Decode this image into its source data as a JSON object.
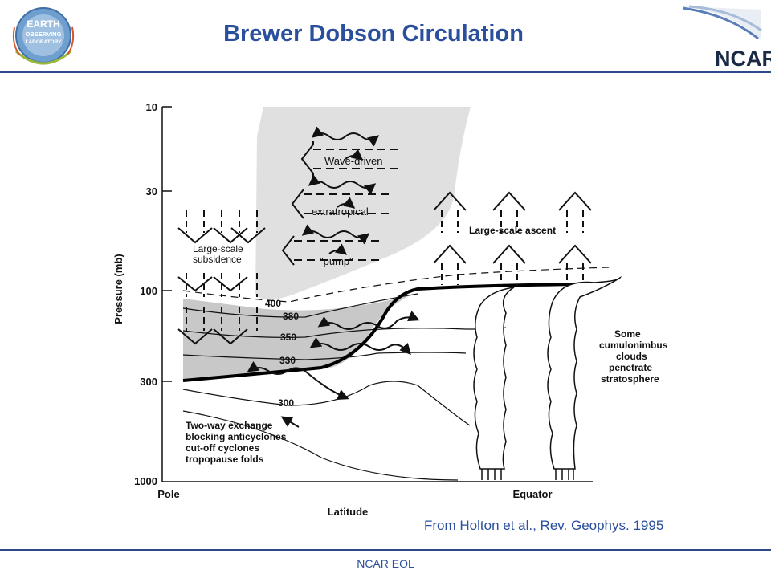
{
  "slide": {
    "title": "Brewer Dobson Circulation",
    "citation": "From Holton et al., Rev. Geophys. 1995",
    "footer": "NCAR EOL"
  },
  "logos": {
    "eol": {
      "icon": "earth-observing-laboratory-logo",
      "lines": [
        "EARTH",
        "OBSERVING",
        "LABORATORY"
      ]
    },
    "ncar": {
      "icon": "ncar-swoosh-logo",
      "text": "NCAR"
    }
  },
  "diagram": {
    "y_axis_label": "Pressure (mb)",
    "x_axis_label": "Latitude",
    "y_ticks": [
      "10",
      "30",
      "100",
      "300",
      "1000"
    ],
    "x_ticks": [
      "Pole",
      "Equator"
    ],
    "isentropes": [
      "400",
      "380",
      "350",
      "330",
      "300"
    ],
    "labels": {
      "wave_driven": "Wave-driven",
      "extratropical": "extratropical",
      "pump": "\"pump\"",
      "subsidence_1": "Large-scale",
      "subsidence_2": "subsidence",
      "ascent": "Large-scale ascent",
      "cb_1": "Some",
      "cb_2": "cumulonimbus",
      "cb_3": "clouds",
      "cb_4": "penetrate",
      "cb_5": "stratosphere",
      "exchange_1": "Two-way exchange",
      "exchange_2": "blocking anticyclones",
      "exchange_3": "cut-off cyclones",
      "exchange_4": "tropopause folds"
    }
  }
}
